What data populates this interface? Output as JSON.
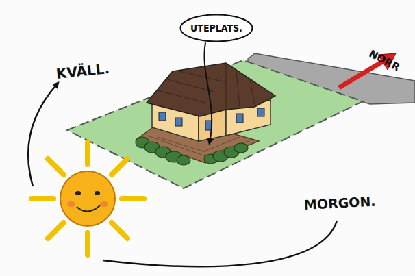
{
  "diagram": {
    "nodes": [
      {
        "text": [
          "UTEPLATS."
        ]
      }
    ],
    "labels": [
      "KVÄLL.",
      "NORR",
      "MORGON."
    ]
  }
}
